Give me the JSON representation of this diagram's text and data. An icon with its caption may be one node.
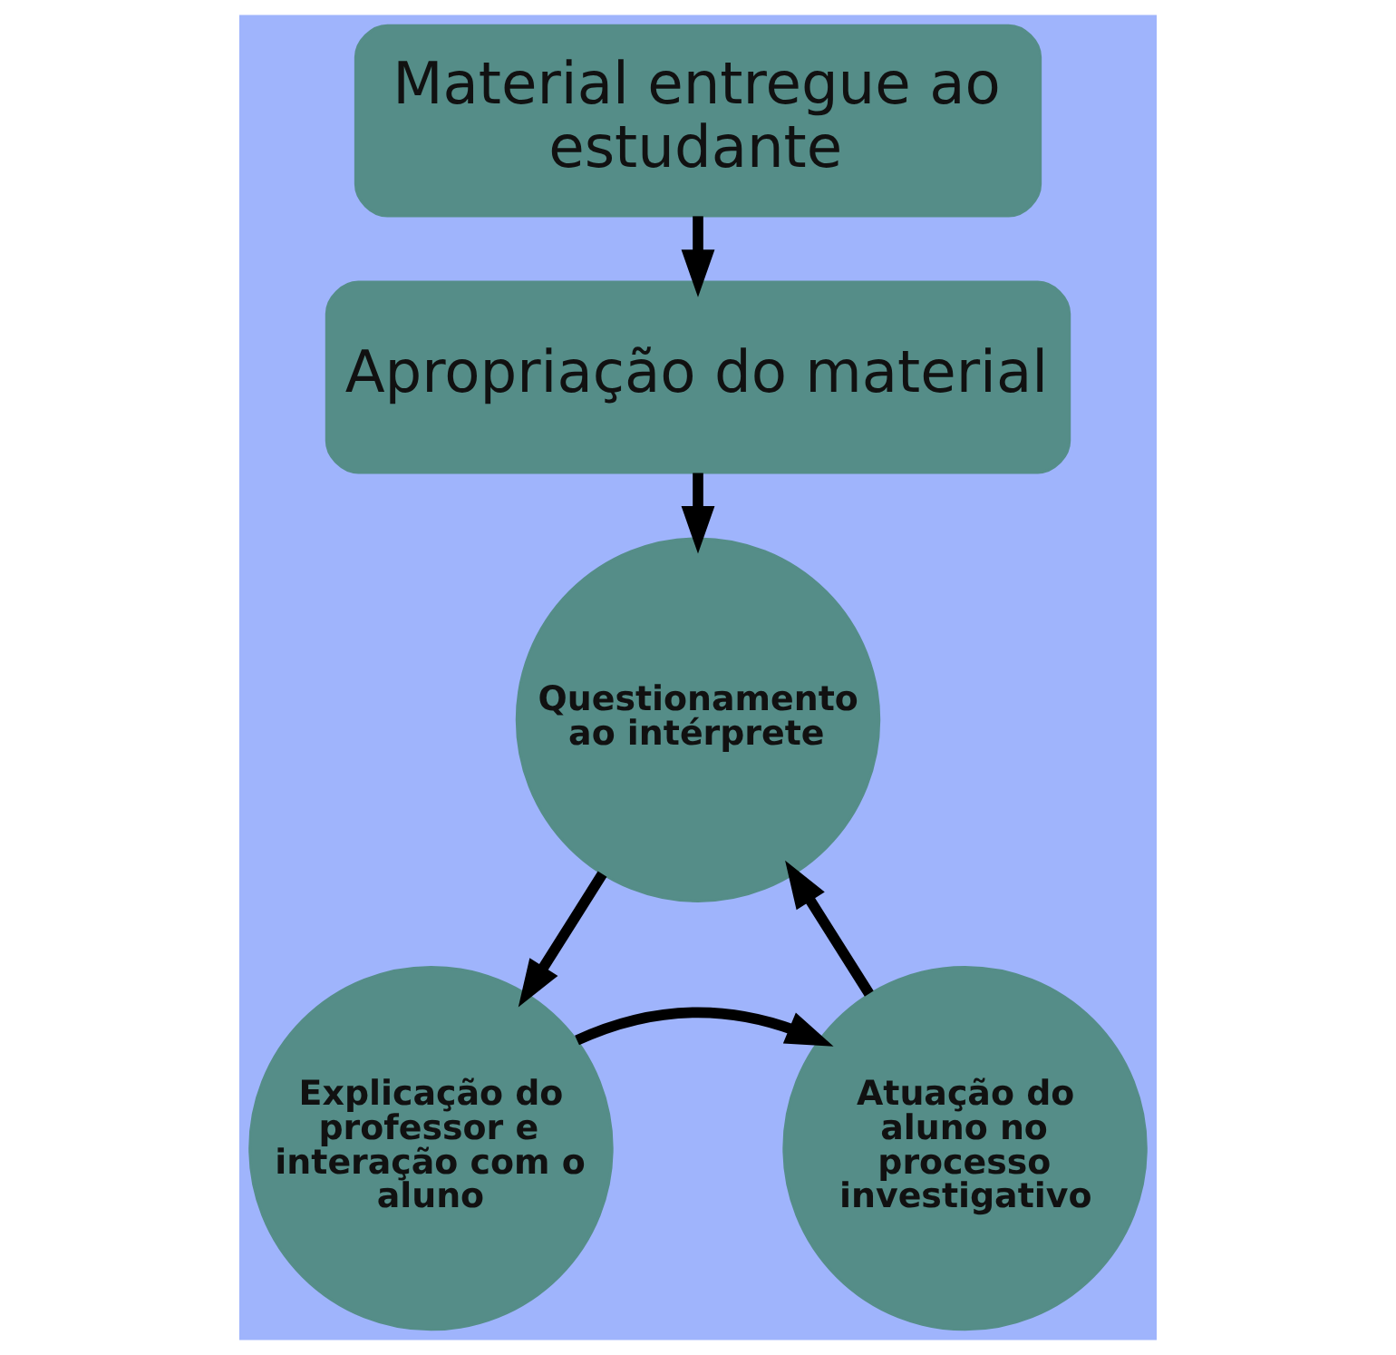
{
  "diagram": {
    "nodes": [
      {
        "text": [
          "Material entregue ao estudante"
        ]
      },
      {
        "text": [
          "Apropriação do material"
        ]
      },
      {
        "text": [
          "Questionamento ao intérprete"
        ]
      },
      {
        "text": [
          "Explicação do professor e interação com o aluno"
        ]
      },
      {
        "text": [
          "Atuação do aluno no processo investigativo"
        ]
      }
    ],
    "edges": [
      {
        "from": 0,
        "to": 1,
        "arrow": "to"
      },
      {
        "from": 1,
        "to": 2,
        "arrow": "to"
      },
      {
        "from": 2,
        "to": 3,
        "arrow": "to"
      },
      {
        "from": 3,
        "to": 4,
        "arrow": "to"
      },
      {
        "from": 4,
        "to": 2,
        "arrow": "to"
      }
    ]
  }
}
